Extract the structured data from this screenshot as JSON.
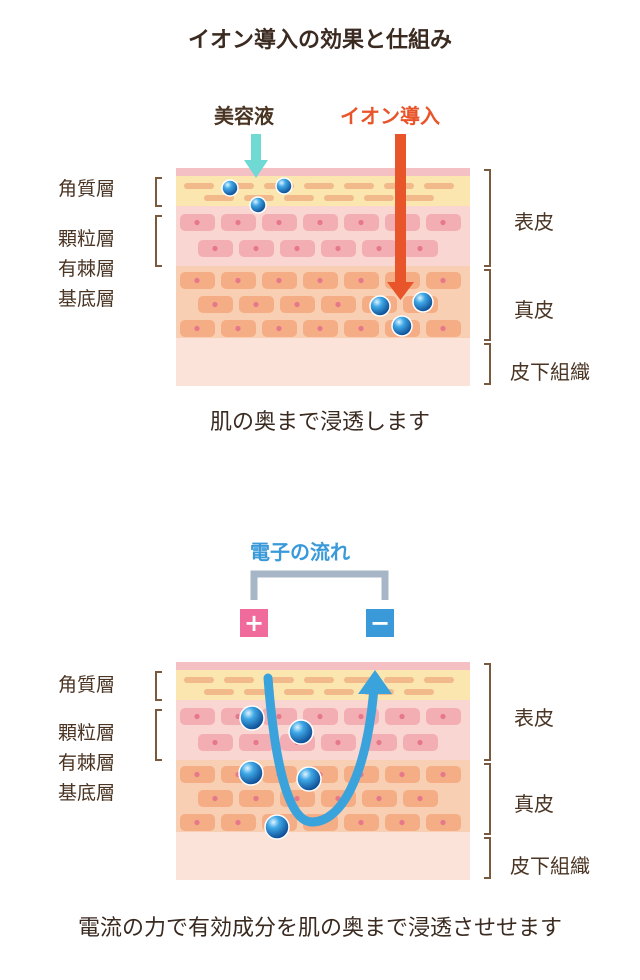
{
  "panel1": {
    "title": "イオン導入の効果と仕組み",
    "essence_label": "美容液",
    "ion_label": "イオン導入",
    "caption": "肌の奥まで浸透します"
  },
  "panel2": {
    "current_label": "電子の流れ",
    "plus": "+",
    "minus": "−",
    "caption": "電流の力で有効成分を肌の奥まで浸透させせます"
  },
  "layers": {
    "kakushitsu": "角質層",
    "kenryu": "顆粒層",
    "yuukyoku": "有棘層",
    "kitei": "基底層"
  },
  "skin": {
    "hyouhi": "表皮",
    "shinpi": "真皮",
    "hika": "皮下組織"
  },
  "colors": {
    "essence_arrow": "#6fd9d4",
    "ion_arrow": "#e8552a",
    "ion_label": "#e8552a",
    "current_label": "#3a9ad9",
    "plus_box": "#f16a9c",
    "minus_box": "#3a9ad9",
    "wire": "#a7b6c6",
    "current_arrow": "#3aa3db",
    "bracket": "#7a5a3e"
  }
}
